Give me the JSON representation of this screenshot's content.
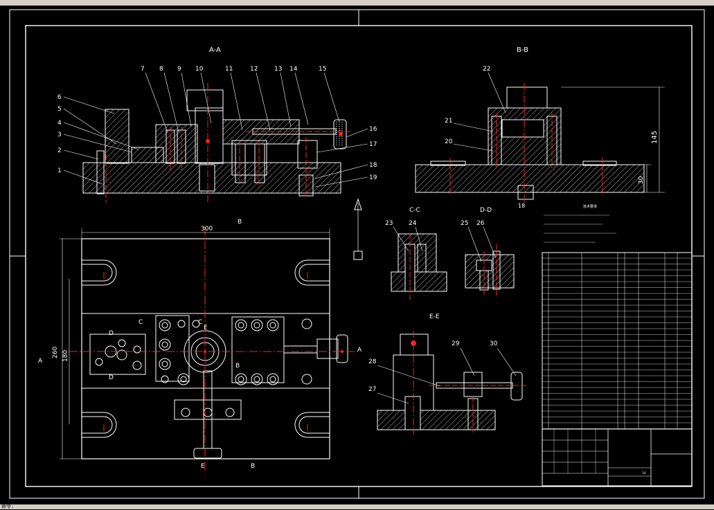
{
  "toolbar": {
    "cmd": "命令:"
  },
  "views": {
    "aa": "A-A",
    "bb": "B-B",
    "cc": "C-C",
    "dd": "D-D",
    "ee": "E-E"
  },
  "part_numbers_aa": [
    "1",
    "2",
    "3",
    "4",
    "5",
    "6",
    "7",
    "8",
    "9",
    "10",
    "11",
    "12",
    "13",
    "14",
    "15",
    "16",
    "17",
    "18",
    "19"
  ],
  "part_numbers_bb": [
    "20",
    "21",
    "22"
  ],
  "part_numbers_cc": [
    "23",
    "24"
  ],
  "part_numbers_dd": [
    "25",
    "26"
  ],
  "part_numbers_ee": [
    "27",
    "28",
    "29",
    "30"
  ],
  "dims": {
    "width_300": "300",
    "height_260": "260",
    "height_180": "180",
    "bb_145": "145",
    "bb_30": "30",
    "bb_18": "18"
  },
  "section_marks": {
    "a_left": "A",
    "a_right": "A",
    "b_top": "B",
    "b_mid": "B",
    "b_bottom": "B",
    "c_left": "C",
    "c_right": "C",
    "d_top": "D",
    "d_bottom": "D",
    "e_top": "E",
    "e_bottom": "E"
  },
  "title_block": {
    "sheet": "14"
  },
  "colors": {
    "line": "#ffffff",
    "center": "#ff2020",
    "hatch": "#ffffff",
    "chrome": "#d4d0c8"
  }
}
